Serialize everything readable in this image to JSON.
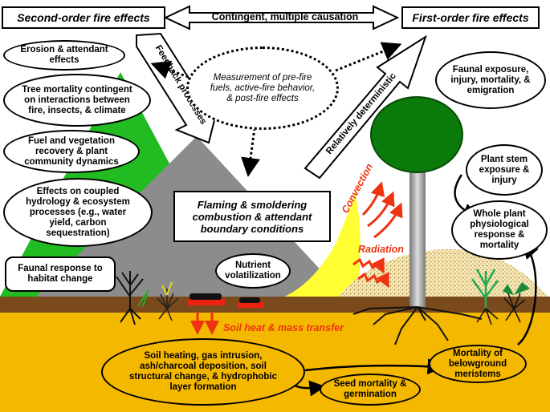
{
  "headers": {
    "second_order": "Second-order fire effects",
    "first_order": "First-order fire effects",
    "contingent": "Contingent, multiple causation"
  },
  "arrows": {
    "feedback": "Feedback processes",
    "deterministic": "Relatively deterministic"
  },
  "measurement": "Measurement of pre-fire fuels, active-fire behavior, & post-fire effects",
  "center_box": "Flaming & smoldering combustion & attendant boundary conditions",
  "second_order_items": {
    "erosion": "Erosion & attendant effects",
    "tree_mortality": "Tree mortality contingent on interactions between fire, insects, & climate",
    "fuel_recovery": "Fuel and vegetation recovery & plant community dynamics",
    "hydrology": "Effects on coupled hydrology & ecosystem processes (e.g., water yield, carbon sequestration)",
    "faunal_response": "Faunal response to habitat change"
  },
  "first_order_items": {
    "faunal_exposure": "Faunal exposure, injury, mortality, & emigration",
    "plant_stem": "Plant stem exposure & injury",
    "whole_plant": "Whole plant physiological response & mortality"
  },
  "nutrient": "Nutrient volatilization",
  "convection": "Convection",
  "radiation": "Radiation",
  "soil_transfer": "Soil heat & mass transfer",
  "soil_heating": "Soil heating, gas intrusion, ash/charcoal deposition, soil structural change, & hydrophobic layer formation",
  "meristems": "Mortality of belowground meristems",
  "seed": "Seed mortality & germination",
  "colors": {
    "soil": "#f5b800",
    "litter": "#7a4a1c",
    "green_hill": "#22bb22",
    "gray_hill": "#8c8c8c",
    "fire_red": "#ee3311",
    "flame_yellow": "#ffff33",
    "canopy": "#0a7a0a"
  }
}
